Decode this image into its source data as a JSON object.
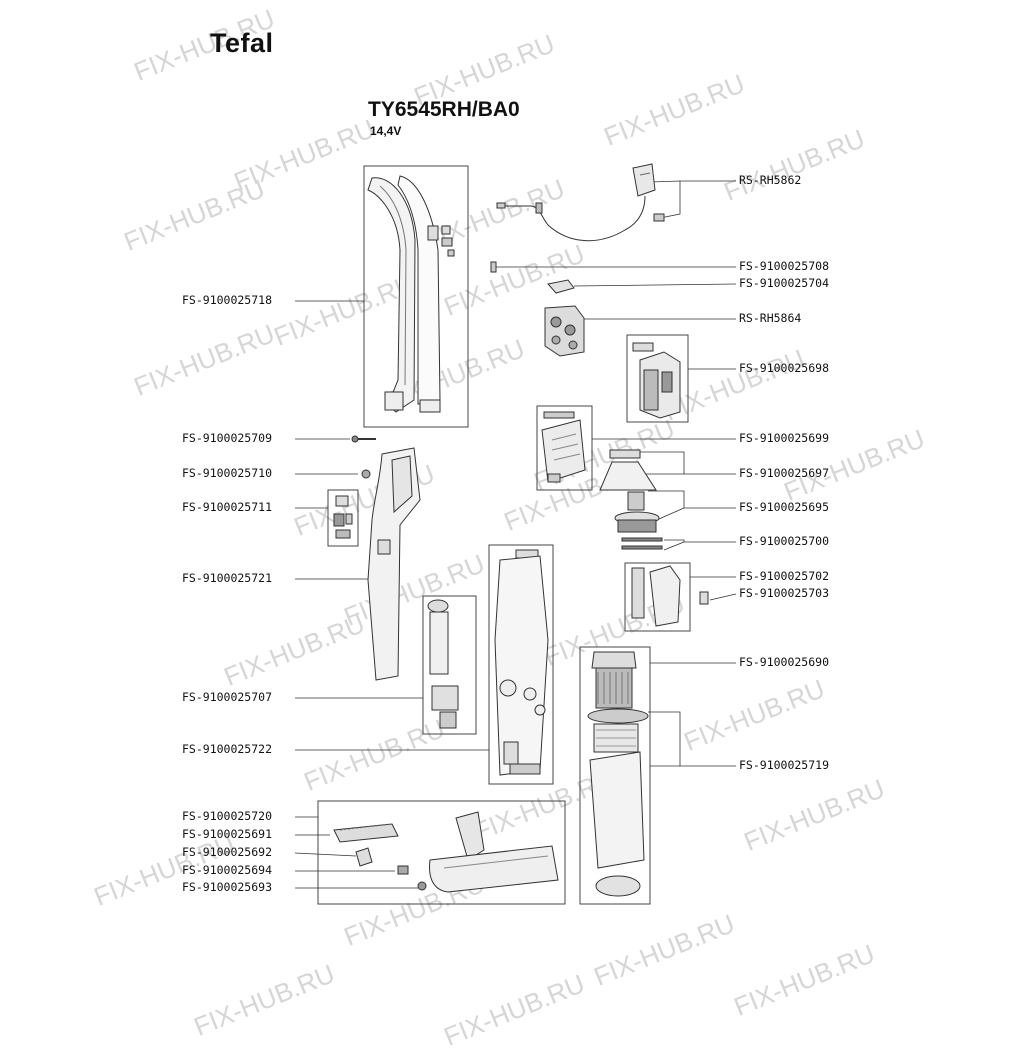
{
  "brand": "Tefal",
  "model": "TY6545RH/BA0",
  "voltage": "14,4V",
  "watermark": "FIX-HUB.RU",
  "left_labels": [
    "FS-9100025718",
    "FS-9100025709",
    "FS-9100025710",
    "FS-9100025711",
    "FS-9100025721",
    "FS-9100025707",
    "FS-9100025722",
    "FS-9100025720",
    "FS-9100025691",
    "FS-9100025692",
    "FS-9100025694",
    "FS-9100025693"
  ],
  "right_labels": [
    "RS-RH5862",
    "FS-9100025708",
    "FS-9100025704",
    "RS-RH5864",
    "FS-9100025698",
    "FS-9100025699",
    "FS-9100025697",
    "FS-9100025695",
    "FS-9100025700",
    "FS-9100025702",
    "FS-9100025703",
    "FS-9100025690",
    "FS-9100025719"
  ]
}
